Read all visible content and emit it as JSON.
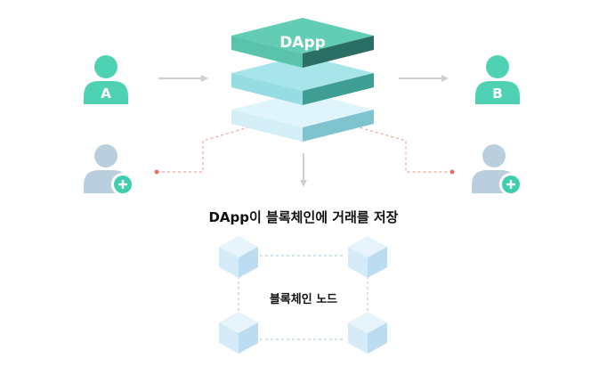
{
  "diagram": {
    "dapp_label": "DApp",
    "user_a_label": "A",
    "user_b_label": "B",
    "caption": "DApp이 블록체인에 거래를 저장",
    "node_label": "블록체인 노드"
  },
  "colors": {
    "user_primary": "#4fd1b4",
    "user_secondary": "#b9cfdd",
    "plus_badge": "#3fcfae",
    "arrow": "#cfcfcf",
    "dashed_link": "#f3a29a",
    "dashed_dot": "#f06a5e",
    "layer_top": "#5cc9b2",
    "layer_middle": "#a6e6ea",
    "layer_bottom": "#e0f5fb",
    "cube": "#cfe7f7",
    "node_link": "#a8c6d4"
  }
}
